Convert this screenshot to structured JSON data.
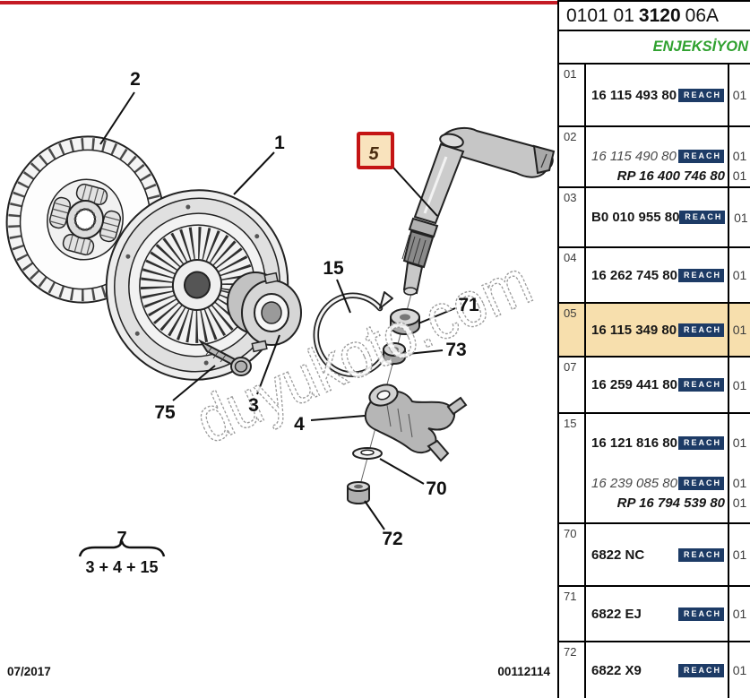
{
  "header": {
    "code_prefix": "0101 01",
    "code_bold": "3120",
    "code_suffix": "06A",
    "section": "ENJEKSİYON"
  },
  "badge": {
    "reach": "REACH"
  },
  "table": {
    "rows": [
      {
        "ref": "01",
        "lines": [
          {
            "num": "16 115 493 80",
            "qty": "01",
            "reach": true
          }
        ]
      },
      {
        "ref": "02",
        "lines": [
          {
            "num": "16 115 490 80",
            "qty": "01",
            "reach": true
          },
          {
            "num": "RP 16 400 746 80",
            "qty": "01",
            "reach": false
          }
        ]
      },
      {
        "ref": "03",
        "lines": [
          {
            "num": "B0 010 955 80",
            "qty": "01",
            "reach": true
          }
        ]
      },
      {
        "ref": "04",
        "lines": [
          {
            "num": "16 262 745 80",
            "qty": "01",
            "reach": true
          }
        ]
      },
      {
        "ref": "05",
        "highlighted": true,
        "lines": [
          {
            "num": "16 115 349 80",
            "qty": "01",
            "reach": true
          }
        ]
      },
      {
        "ref": "07",
        "lines": [
          {
            "num": "16 259 441 80",
            "qty": "01",
            "reach": true
          }
        ]
      },
      {
        "ref": "15",
        "lines": [
          {
            "num": "16 121 816 80",
            "qty": "01",
            "reach": true
          },
          {
            "num": "16 239 085 80",
            "qty": "01",
            "reach": true
          },
          {
            "num": "RP 16 794 539 80",
            "qty": "01",
            "reach": false
          }
        ]
      },
      {
        "ref": "70",
        "lines": [
          {
            "num": "6822 NC",
            "qty": "01",
            "reach": true
          }
        ]
      },
      {
        "ref": "71",
        "lines": [
          {
            "num": "6822 EJ",
            "qty": "01",
            "reach": true
          }
        ]
      },
      {
        "ref": "72",
        "lines": [
          {
            "num": "6822 X9",
            "qty": "01",
            "reach": true
          }
        ]
      }
    ]
  },
  "diagram": {
    "callouts": {
      "disc": "2",
      "cover": "1",
      "shaft": "5",
      "clip": "15",
      "bolt": "75",
      "bearing": "3",
      "fork": "4",
      "stop_upper": "71",
      "stop_lower": "73",
      "washer": "70",
      "bushing": "72"
    },
    "kit": {
      "number": "7",
      "formula": "3 + 4 + 15"
    },
    "watermark": "duyukoto.com",
    "footer": {
      "date": "07/2017",
      "doc_number": "00112114"
    }
  },
  "colors": {
    "accent_red": "#c41a24",
    "highlight": "#f7dfad",
    "reach_navy": "#1d3b66",
    "section_green": "#2fa12f",
    "marker_fill": "#f9e3bd",
    "marker_border": "#c41414"
  }
}
